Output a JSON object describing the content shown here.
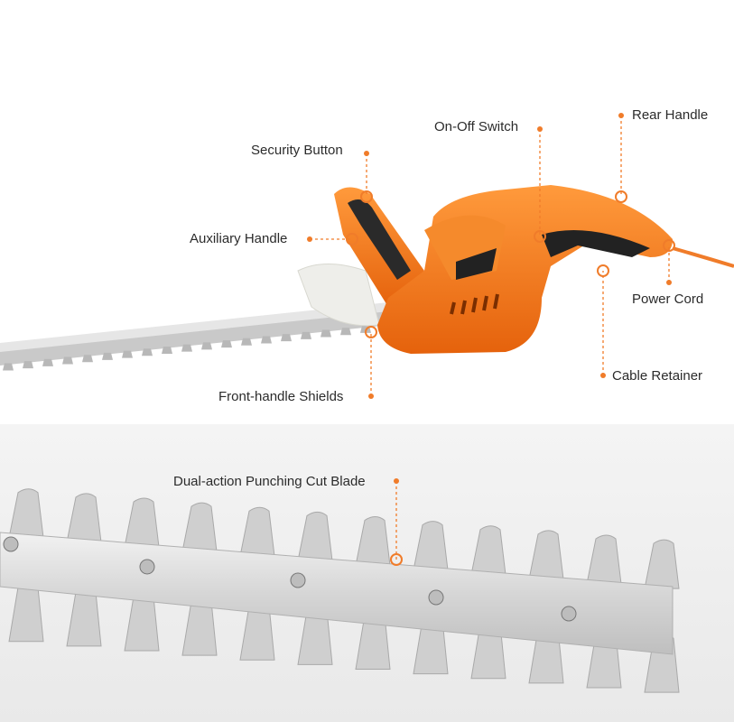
{
  "labels": {
    "on_off_switch": "On-Off Switch",
    "rear_handle": "Rear Handle",
    "security_button": "Security Button",
    "auxiliary_handle": "Auxiliary Handle",
    "power_cord": "Power Cord",
    "cable_retainer": "Cable Retainer",
    "front_handle_shields": "Front-handle Shields",
    "blade": "Dual-action Punching Cut Blade"
  },
  "colors": {
    "accent": "#f07c2a",
    "body_orange": "#f5761a",
    "text": "#2b2b2b"
  }
}
